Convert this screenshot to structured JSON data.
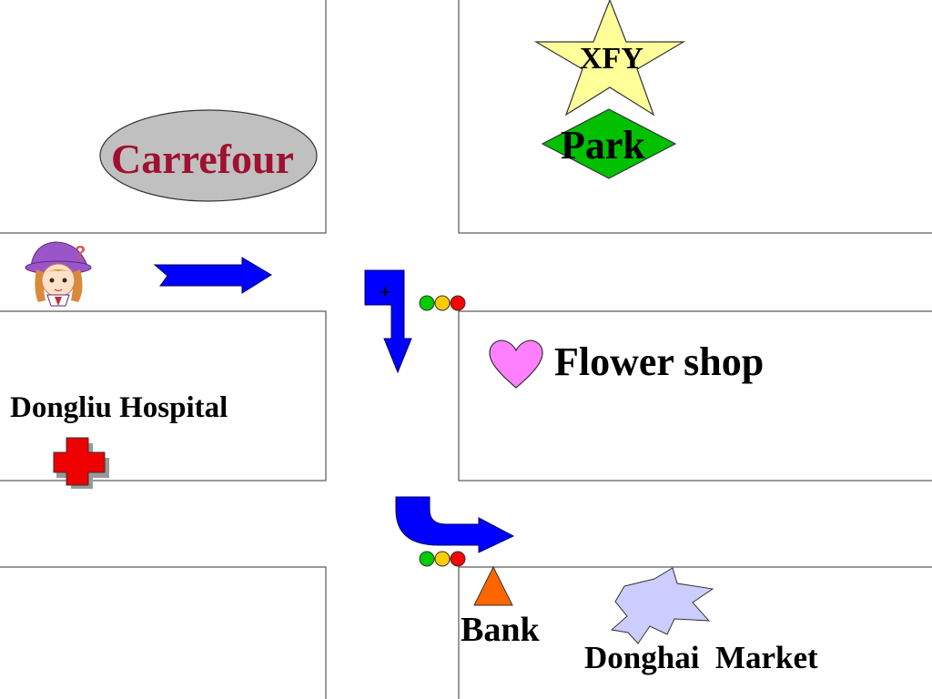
{
  "places": {
    "carrefour": "Carrefour",
    "xfy": "XFY",
    "park": "Park",
    "flower_shop": "Flower shop",
    "hospital": "Dongliu Hospital",
    "bank": "Bank",
    "market": "Donghai  Market"
  },
  "signs": {
    "question_mark": "?",
    "plus": "+"
  },
  "icons": [
    "girl-icon",
    "star-icon",
    "diamond-icon",
    "heart-icon",
    "red-cross-icon",
    "triangle-icon",
    "explosion-icon",
    "traffic-light-icon",
    "arrow-right-icon",
    "arrow-down-icon",
    "arrow-turn-right-icon"
  ],
  "colors": {
    "carrefour_text": "#a01030",
    "carrefour_oval": "#c0c0c0",
    "star": "#ffff99",
    "park": "#00c000",
    "heart": "#ff80ff",
    "cross": "#ff0000",
    "bank_triangle": "#ff6600",
    "market_burst": "#ccccff",
    "arrow": "#0000ff",
    "light_green": "#00cc00",
    "light_yellow": "#ffcc00",
    "light_red": "#ff0000"
  }
}
